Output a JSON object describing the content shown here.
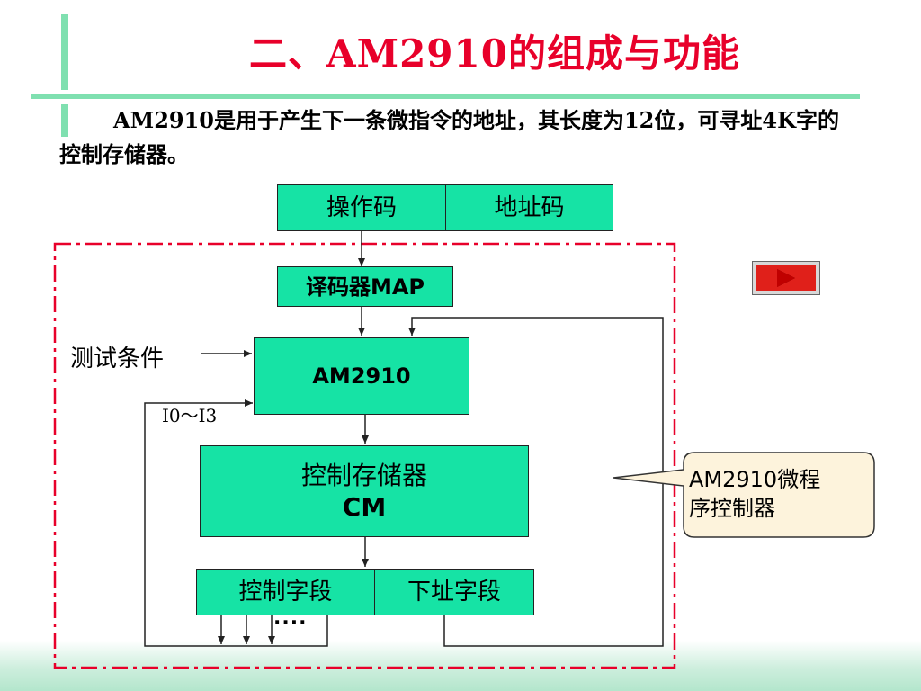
{
  "title": "二、AM2910的组成与功能",
  "intro": "AM2910是用于产生下一条微指令的地址，其长度为12位，可寻址4K字的控制存储器。",
  "diagram": {
    "instruction": {
      "opcode": "操作码",
      "address": "地址码"
    },
    "map": "译码器MAP",
    "test_label": "测试条件",
    "am2910": "AM2910",
    "i_label": "I0～I3",
    "cm": {
      "line1": "控制存储器",
      "line2": "CM"
    },
    "fields": {
      "control": "控制字段",
      "next_addr": "下址字段"
    },
    "dots": "····",
    "callout": {
      "line1": "AM2910微程",
      "line2": "序控制器"
    }
  },
  "colors": {
    "title": "#e8002a",
    "box_fill": "#16e3a5",
    "dashed_border": "#e8002a",
    "callout_fill": "#fdf3dc"
  },
  "icons": {
    "next_button": "play-triangle-icon"
  }
}
